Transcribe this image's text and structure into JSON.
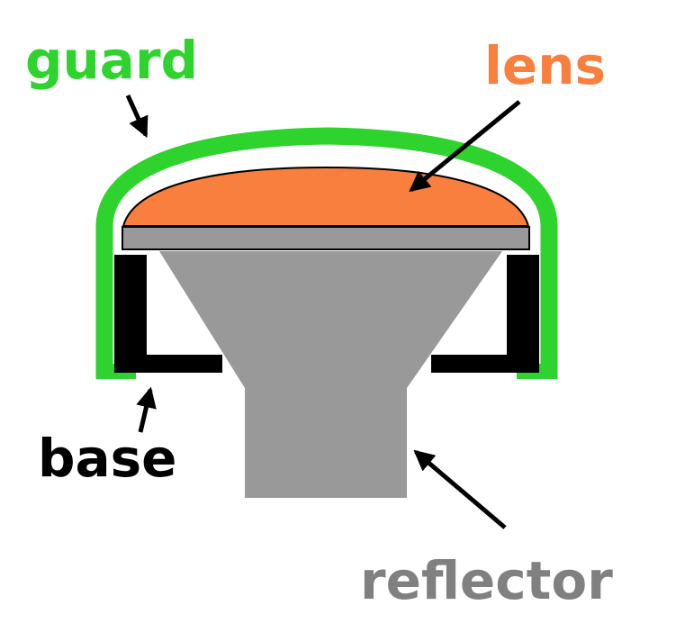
{
  "diagram": {
    "description": "cross-section diagram of a lamp head with labeled parts",
    "background": "#ffffff",
    "labels": {
      "guard": "guard",
      "lens": "lens",
      "base": "base",
      "reflector": "reflector"
    },
    "colors": {
      "guard": "#2ed32e",
      "lens": "#f87f3e",
      "reflector": "#999999",
      "base": "#000000",
      "reflector_label": "#808080",
      "arrow": "#000000",
      "outline": "#000000"
    }
  }
}
